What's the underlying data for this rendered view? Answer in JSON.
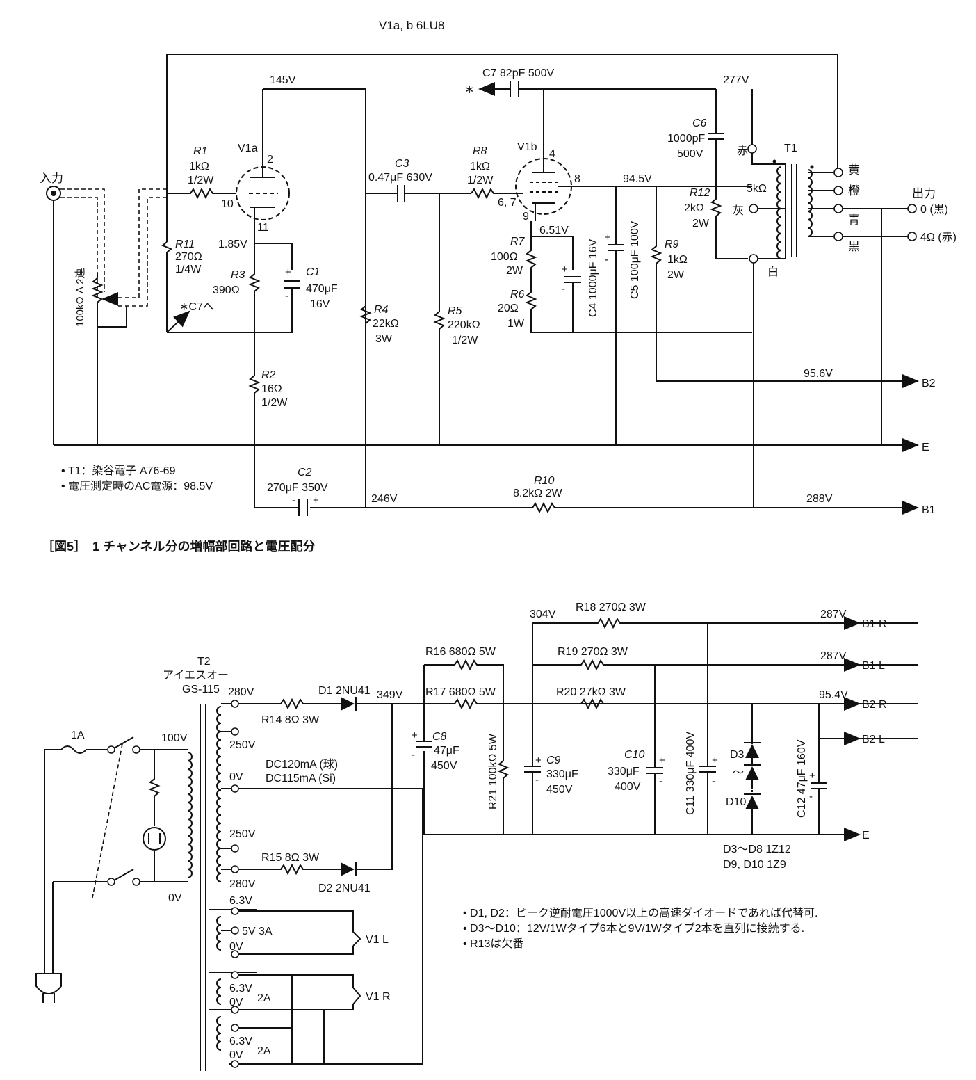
{
  "amp": {
    "tube_title": "V1a, b 6LU8",
    "input_label": "入力",
    "output_label": "出力",
    "out_0": "0 (黒)",
    "out_4": "4Ω (赤)",
    "pot": "100kΩ A 2連",
    "r1": [
      "R1",
      "1kΩ",
      "1/2W"
    ],
    "r11": [
      "R11",
      "270Ω",
      "1/4W"
    ],
    "r3": [
      "R3",
      "390Ω"
    ],
    "r2": [
      "R2",
      "16Ω",
      "1/2W"
    ],
    "c1": [
      "C1",
      "470μF",
      "16V"
    ],
    "r4": [
      "R4",
      "22kΩ",
      "3W"
    ],
    "c3": [
      "C3",
      "0.47μF 630V"
    ],
    "r5": [
      "R5",
      "220kΩ",
      "1/2W"
    ],
    "r8": [
      "R8",
      "1kΩ",
      "1/2W"
    ],
    "r7": [
      "R7",
      "100Ω",
      "2W"
    ],
    "r6": [
      "R6",
      "20Ω",
      "1W"
    ],
    "c4": "C4 1000μF 16V",
    "c5": "C5 100μF 100V",
    "r9": [
      "R9",
      "1kΩ",
      "2W"
    ],
    "c7": "C7 82pF 500V",
    "c6": [
      "C6",
      "1000pF",
      "500V"
    ],
    "r12": [
      "R12",
      "2kΩ",
      "2W"
    ],
    "t1": "T1",
    "t1_imp": "5kΩ",
    "v1a": "V1a",
    "v1b": "V1b",
    "c7_to": "∗C7へ",
    "star": "∗",
    "c2": [
      "C2",
      "270μF 350V"
    ],
    "r10": [
      "R10",
      "8.2kΩ 2W"
    ],
    "volts": {
      "v145": "145V",
      "v185": "1.85V",
      "v277": "277V",
      "v945": "94.5V",
      "v651": "6.51V",
      "v956": "95.6V",
      "v246": "246V",
      "v288": "288V"
    },
    "pins": {
      "p2": "2",
      "p10": "10",
      "p11": "11",
      "p4": "4",
      "p67": "6, 7",
      "p8": "8",
      "p9": "9"
    },
    "colors": {
      "red": "赤",
      "gray": "灰",
      "white": "白",
      "yellow": "黄",
      "orange": "橙",
      "blue": "青",
      "black": "黒"
    },
    "rails": {
      "b2": "B2",
      "e": "E",
      "b1": "B1"
    },
    "notes": [
      "• T1：染谷電子 A76-69",
      "• 電圧測定時のAC電源：98.5V"
    ]
  },
  "figure_caption": "［図5］　1 チャンネル分の増幅部回路と電圧配分",
  "psu": {
    "t2": [
      "T2",
      "アイエスオー",
      "GS-115"
    ],
    "fuse": "1A",
    "v100": "100V",
    "v0_primary": "0V",
    "taps": {
      "t280a": "280V",
      "t250a": "250V",
      "t0": "0V",
      "t250b": "250V",
      "t280b": "280V"
    },
    "dc": [
      "DC120mA (球)",
      "DC115mA (Si)"
    ],
    "r14": "R14 8Ω 3W",
    "r15": "R15 8Ω 3W",
    "d1": "D1 2NU41",
    "d2": "D2 2NU41",
    "v349": "349V",
    "v304": "304V",
    "r16": "R16 680Ω 5W",
    "r17": "R17 680Ω 5W",
    "r18": "R18 270Ω 3W",
    "r19": "R19 270Ω 3W",
    "r20": "R20 27kΩ 3W",
    "r21": "R21 100kΩ 5W",
    "c8": [
      "C8",
      "47μF",
      "450V"
    ],
    "c9": [
      "C9",
      "330μF",
      "450V"
    ],
    "c10": [
      "C10",
      "330μF",
      "400V"
    ],
    "c11": "C11 330μF 400V",
    "c12": "C12 47μF 160V",
    "v287a": "287V",
    "v287b": "287V",
    "v954": "95.4V",
    "d3": "D3",
    "d_tilde": "〜",
    "d10": "D10",
    "outs": {
      "b1r": "B1 R",
      "b1l": "B1 L",
      "b2r": "B2 R",
      "b2l": "B2 L",
      "e": "E"
    },
    "zener": [
      "D3〜D8 1Z12",
      "D9, D10 1Z9"
    ],
    "heater": {
      "h1": [
        "6.3V",
        "5V 3A",
        "0V"
      ],
      "h2": [
        "6.3V",
        "0V",
        "2A"
      ],
      "h3": [
        "6.3V",
        "0V",
        "2A"
      ],
      "v1l": "V1 L",
      "v1r": "V1 R"
    },
    "notes": [
      "• D1, D2：ピーク逆耐電圧1000V以上の高速ダイオードであれば代替可.",
      "• D3〜D10：12V/1Wタイプ6本と9V/1Wタイプ2本を直列に接続する.",
      "• R13は欠番"
    ]
  }
}
